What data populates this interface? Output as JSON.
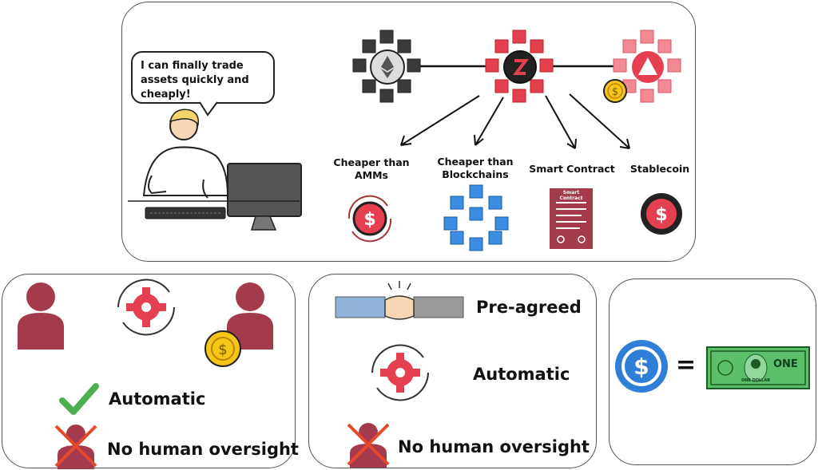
{
  "top": {
    "speech": "I can finally trade assets quickly and cheaply!",
    "features": [
      {
        "label": "Cheaper than AMMs"
      },
      {
        "label": "Cheaper than Blockchains"
      },
      {
        "label": "Smart Contract"
      },
      {
        "label": "Stablecoin"
      }
    ],
    "doc_title": "Smart Contract"
  },
  "panel1": {
    "automatic": "Automatic",
    "no_oversight": "No human oversight"
  },
  "panel2": {
    "pre_agreed": "Pre-agreed",
    "automatic": "Automatic",
    "no_oversight": "No human oversight"
  },
  "panel3": {
    "equals": "=",
    "bill_text": "ONE",
    "bill_small": "ONE DOLLAR"
  },
  "colors": {
    "accent_red": "#e4404f",
    "maroon": "#a33b4d",
    "blue": "#2f7fd9",
    "green": "#4caf50",
    "cross": "#e5482a",
    "bill_green": "#5bbf6a"
  }
}
